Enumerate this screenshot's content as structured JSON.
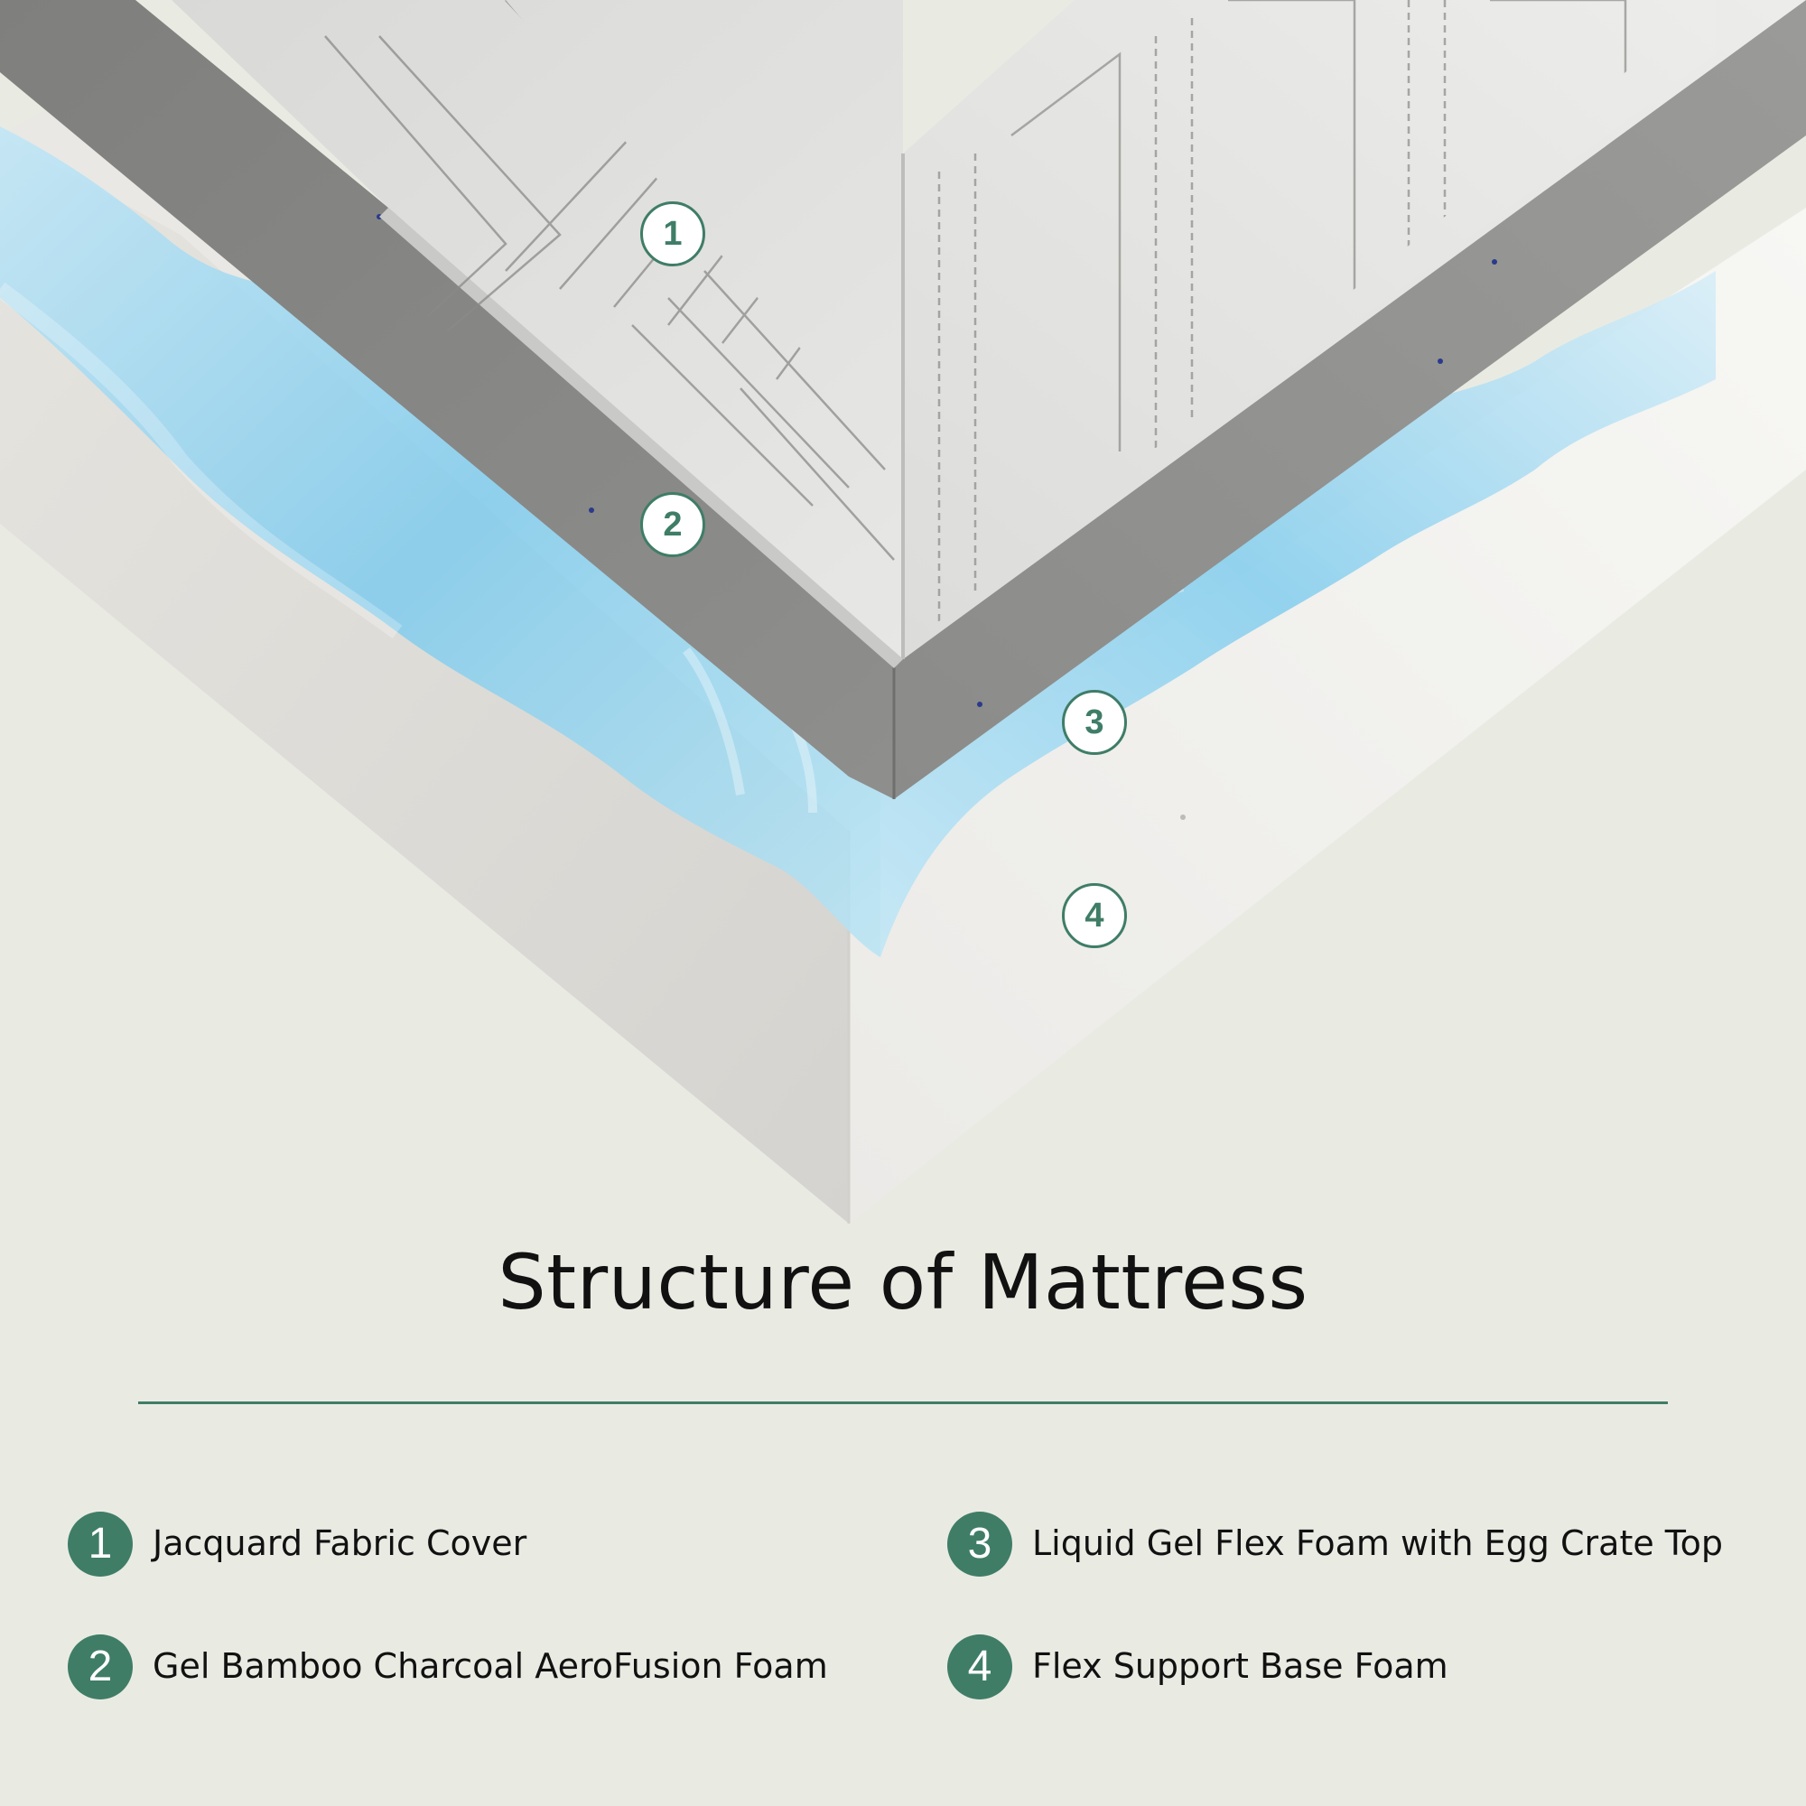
{
  "diagram": {
    "markers": [
      "1",
      "2",
      "3",
      "4"
    ]
  },
  "title": "Structure of Mattress",
  "legend": [
    {
      "number": "1",
      "label": "Jacquard Fabric Cover"
    },
    {
      "number": "2",
      "label": "Gel Bamboo Charcoal AeroFusion Foam"
    },
    {
      "number": "3",
      "label": "Liquid Gel Flex Foam with Egg Crate Top"
    },
    {
      "number": "4",
      "label": "Flex Support Base Foam"
    }
  ],
  "colors": {
    "background": "#e9ebe3",
    "accent": "#3f7d67",
    "fabric": "#e3e3e1",
    "charcoal_foam": "#8a8a88",
    "gel_foam": "#8fd2ef",
    "base_foam": "#f0efec"
  }
}
